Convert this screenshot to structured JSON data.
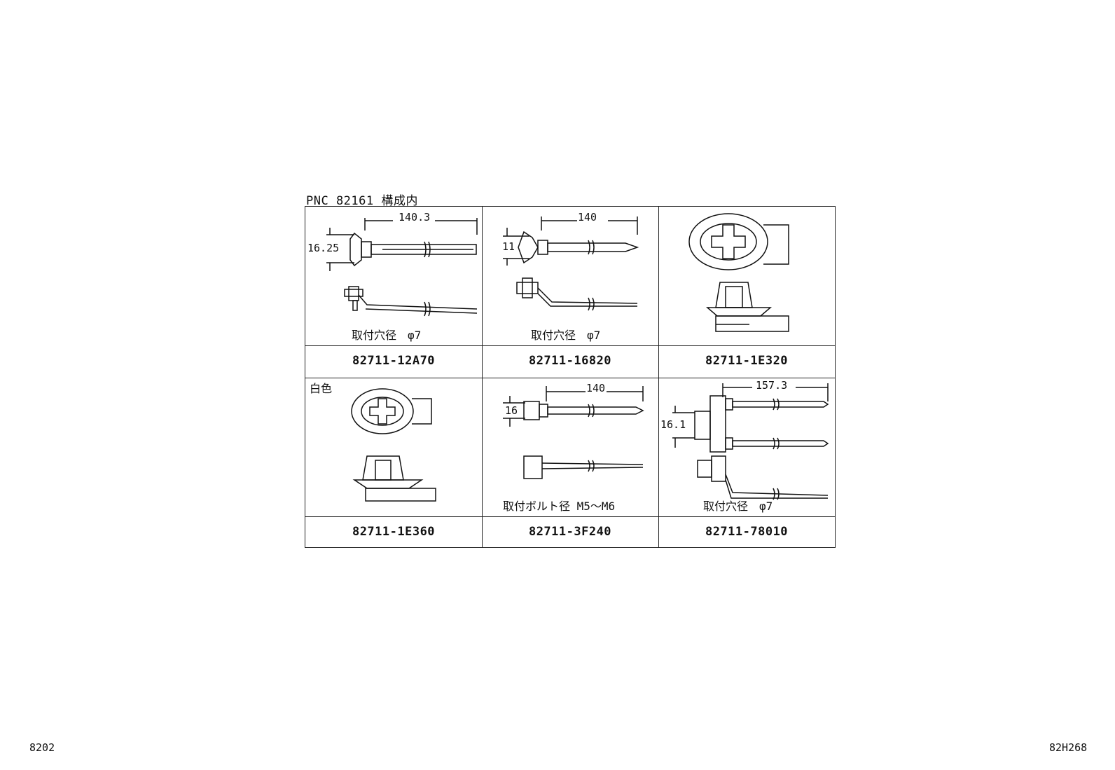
{
  "header": "PNC 82161 構成内",
  "cells": [
    {
      "part_no": "82711-12A70",
      "note": "取付穴径　φ7",
      "dims": [
        "140.3",
        "16.25"
      ],
      "tag": ""
    },
    {
      "part_no": "82711-16820",
      "note": "取付穴径　φ7",
      "dims": [
        "140",
        "11"
      ],
      "tag": ""
    },
    {
      "part_no": "82711-1E320",
      "note": "",
      "dims": [],
      "tag": ""
    },
    {
      "part_no": "82711-1E360",
      "note": "",
      "dims": [],
      "tag": "白色"
    },
    {
      "part_no": "82711-3F240",
      "note": "取付ボルト径 M5～M6",
      "dims": [
        "140",
        "16"
      ],
      "tag": ""
    },
    {
      "part_no": "82711-78010",
      "note": "取付穴径　φ7",
      "dims": [
        "157.3",
        "16.1"
      ],
      "tag": ""
    }
  ],
  "footer": {
    "left": "8202",
    "right": "82H268"
  }
}
